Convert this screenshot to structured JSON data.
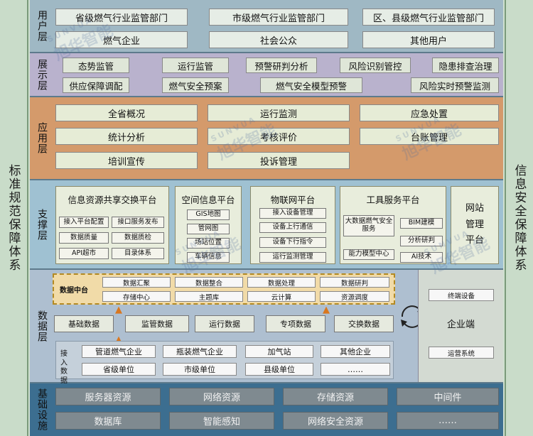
{
  "left_side": "标准规范保障体系",
  "right_side": "信息安全保障体系",
  "user_layer": {
    "label": "用户层",
    "row1": [
      "省级燃气行业监管部门",
      "市级燃气行业监管部门",
      "区、县级燃气行业监管部门"
    ],
    "row2": [
      "燃气企业",
      "社会公众",
      "其他用户"
    ]
  },
  "show_layer": {
    "label": "展示层",
    "row1": [
      "态势监管",
      "运行监管",
      "预警研判分析",
      "风险识别管控",
      "隐患排查治理"
    ],
    "row2": [
      "供应保障调配",
      "燃气安全预案",
      "燃气安全模型预警",
      "风险实时预警监测"
    ]
  },
  "app_layer": {
    "label": "应用层",
    "col1": [
      "全省概况",
      "统计分析",
      "培训宣传"
    ],
    "col2": [
      "运行监测",
      "考核评价",
      "投诉管理"
    ],
    "col3": [
      "应急处置",
      "台账管理"
    ]
  },
  "support_layer": {
    "label": "支撑层",
    "info_platform": {
      "title": "信息资源共享交换平台",
      "items": [
        "接入平台配置",
        "接口服务发布",
        "数据质量",
        "数据质检",
        "API超市",
        "目录体系"
      ]
    },
    "spatial_platform": {
      "title": "空间信息平台",
      "items": [
        "GIS地图",
        "管网图",
        "场站位置",
        "车辆信息"
      ]
    },
    "iot_platform": {
      "title": "物联网平台",
      "items": [
        "接入设备管理",
        "设备上行通信",
        "设备下行指令",
        "运行监测管理"
      ]
    },
    "tool_platform": {
      "title": "工具服务平台",
      "items": [
        "大数据燃气安全服务",
        "BIM建模",
        "分析研判",
        "能力模型中心",
        "AI技术"
      ]
    },
    "website_platform": {
      "title": "网站管理平台"
    }
  },
  "data_layer": {
    "label": "数据层",
    "mid_platform": {
      "title": "数据中台",
      "row1": [
        "数据汇聚",
        "数据整合",
        "数据处理",
        "数据研判"
      ],
      "row2": [
        "存储中心",
        "主题库",
        "云计算",
        "资源调度"
      ]
    },
    "data_row": [
      "基础数据",
      "监管数据",
      "运行数据",
      "专项数据",
      "交换数据"
    ],
    "access_label": "接入数据",
    "access_row1": [
      "管道燃气企业",
      "瓶装燃气企业",
      "加气站",
      "其他企业"
    ],
    "access_row2": [
      "省级单位",
      "市级单位",
      "县级单位",
      "……"
    ],
    "enterprise": {
      "title": "企业端",
      "items": [
        "终端设备",
        "运营系统"
      ]
    }
  },
  "base_layer": {
    "label": "基础设施",
    "row1": [
      "服务器资源",
      "网络资源",
      "存储资源",
      "中间件"
    ],
    "row2": [
      "数据库",
      "智能感知",
      "网络安全资源",
      "……"
    ]
  },
  "watermark": {
    "cn": "旭华智能",
    "en": "SUNVUA"
  }
}
